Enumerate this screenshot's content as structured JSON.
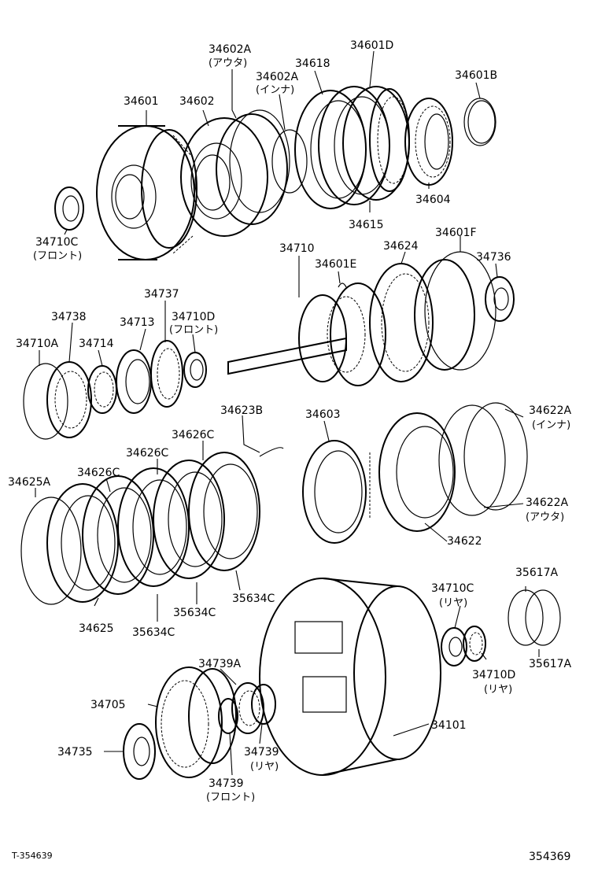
{
  "parts": {
    "p34601": "34601",
    "p34602": "34602",
    "p34602A_outer": "34602A",
    "p34602A_outer_sub": "(アウタ)",
    "p34602A_inner": "34602A",
    "p34602A_inner_sub": "(インナ)",
    "p34618": "34618",
    "p34601D": "34601D",
    "p34601B": "34601B",
    "p34604": "34604",
    "p34615": "34615",
    "p34710C_front": "34710C",
    "p34710C_front_sub": "(フロント)",
    "p34710": "34710",
    "p34601E": "34601E",
    "p34624": "34624",
    "p34601F": "34601F",
    "p34736": "34736",
    "p34737": "34737",
    "p34738": "34738",
    "p34713": "34713",
    "p34710D_front": "34710D",
    "p34710D_front_sub": "(フロント)",
    "p34710A": "34710A",
    "p34714": "34714",
    "p34623B": "34623B",
    "p34603": "34603",
    "p34622A_inner": "34622A",
    "p34622A_inner_sub": "(インナ)",
    "p34622A_outer": "34622A",
    "p34622A_outer_sub": "(アウタ)",
    "p34622": "34622",
    "p34626C_a": "34626C",
    "p34626C_b": "34626C",
    "p34626C_c": "34626C",
    "p34625A": "34625A",
    "p34625": "34625",
    "p35634C_a": "35634C",
    "p35634C_b": "35634C",
    "p35634C_c": "35634C",
    "p34710C_rear": "34710C",
    "p34710C_rear_sub": "(リヤ)",
    "p35617A_top": "35617A",
    "p35617A_bottom": "35617A",
    "p34710D_rear": "34710D",
    "p34710D_rear_sub": "(リヤ)",
    "p34739A": "34739A",
    "p34705": "34705",
    "p34735": "34735",
    "p34739_rear": "34739",
    "p34739_rear_sub": "(リヤ)",
    "p34739_front": "34739",
    "p34739_front_sub": "(フロント)",
    "p34101": "34101"
  },
  "footer": {
    "left_code": "T-354639",
    "right_code": "354369"
  }
}
